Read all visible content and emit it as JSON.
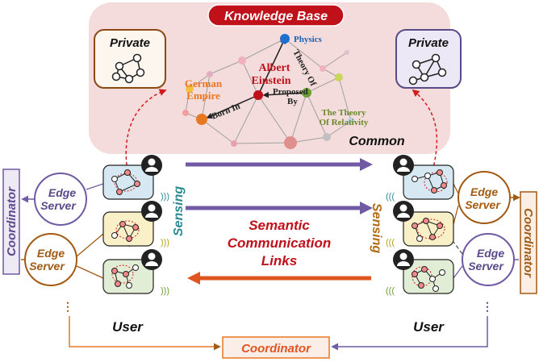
{
  "knowledge_base": {
    "title": "Knowledge Base",
    "private_left": "Private",
    "private_right": "Private",
    "common": "Common",
    "kg": {
      "physics": "Physics",
      "albert": "Albert",
      "einstein": "Einstein",
      "theory_of": "Theory Of",
      "german": "German",
      "empire": "Empire",
      "born_in": "Born In",
      "proposed": "Proposed",
      "by": "By",
      "theory_line1": "The Theory",
      "theory_line2": "Of Relativity"
    }
  },
  "left": {
    "coordinator": "Coordinator",
    "edge_top_1": "Edge",
    "edge_top_2": "Server",
    "edge_bottom_1": "Edge",
    "edge_bottom_2": "Server",
    "sensing": "Sensing",
    "user": "User",
    "dots": "⋮"
  },
  "right": {
    "coordinator": "Coordinator",
    "edge_top_1": "Edge",
    "edge_top_2": "Server",
    "edge_bottom_1": "Edge",
    "edge_bottom_2": "Server",
    "sensing": "Sensing",
    "user": "User",
    "dots": "⋮"
  },
  "links": {
    "line1": "Semantic",
    "line2": "Communication",
    "line3": "Links"
  },
  "bottom": {
    "coordinator": "Coordinator"
  },
  "colors": {
    "kb_bg": "#f4dcdc",
    "kb_title_bg": "#c0101a",
    "purple": "#6f5aa3",
    "orange": "#a35a12",
    "red_arrow": "#e0551f",
    "teal": "#2c8a96",
    "sensing_orange": "#b46a14"
  }
}
